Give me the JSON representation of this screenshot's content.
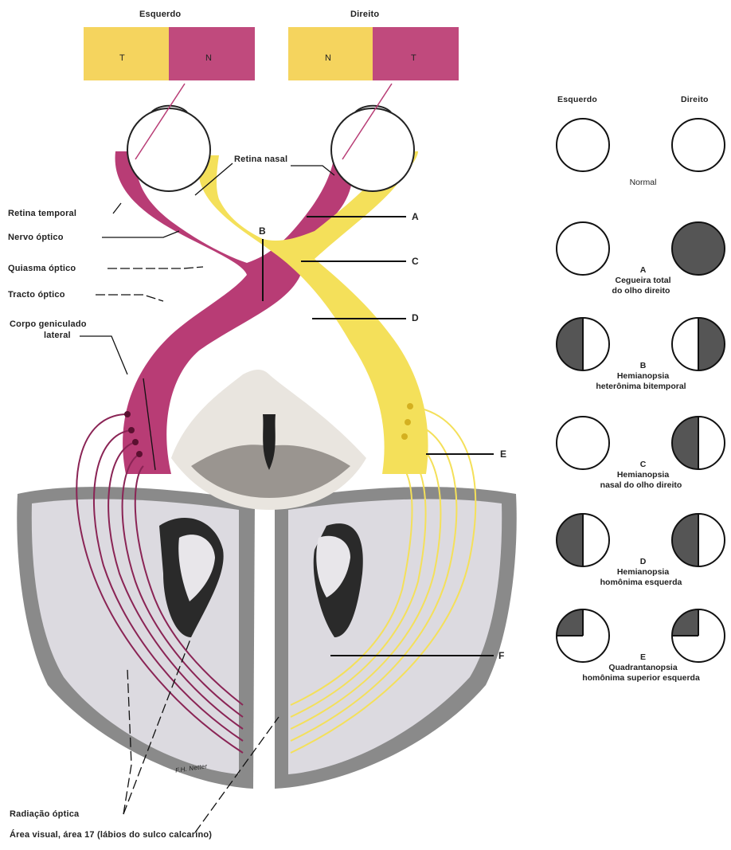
{
  "diagram": {
    "fields": {
      "left_title": "Esquerdo",
      "right_title": "Direito",
      "left_t": "T",
      "left_n": "N",
      "right_n": "N",
      "right_t": "T"
    },
    "labels": {
      "retina_nasal": "Retina nasal",
      "retina_temporal": "Retina temporal",
      "nervo_optico": "Nervo óptico",
      "quiasma_optico": "Quiasma óptico",
      "tracto_optico": "Tracto óptico",
      "corpo_geniculado_1": "Corpo geniculado",
      "corpo_geniculado_2": "lateral",
      "radiacao_optica": "Radiação óptica",
      "area_visual": "Área visual, área 17 (lábios do sulco calcarino)",
      "signature": "F.H. Netter"
    },
    "lesion_markers": [
      "A",
      "B",
      "C",
      "D",
      "E",
      "F"
    ]
  },
  "defects": {
    "header_left": "Esquerdo",
    "header_right": "Direito",
    "panels": [
      {
        "letter": "",
        "caption_1": "Normal",
        "caption_2": "",
        "left": "none",
        "right": "none"
      },
      {
        "letter": "A",
        "caption_1": "Cegueira total",
        "caption_2": "do olho direito",
        "left": "none",
        "right": "full"
      },
      {
        "letter": "B",
        "caption_1": "Hemianopsia",
        "caption_2": "heterônima bitemporal",
        "left": "left-half",
        "right": "right-half"
      },
      {
        "letter": "C",
        "caption_1": "Hemianopsia",
        "caption_2": "nasal do olho direito",
        "left": "none",
        "right": "left-half"
      },
      {
        "letter": "D",
        "caption_1": "Hemianopsia",
        "caption_2": "homônima esquerda",
        "left": "left-half",
        "right": "left-half"
      },
      {
        "letter": "E",
        "caption_1": "Quadrantanopsia",
        "caption_2": "homônima superior esquerda",
        "left": "upper-left-quadrant",
        "right": "upper-left-quadrant"
      }
    ]
  },
  "colors": {
    "magenta": "#b83c75",
    "yellow": "#f4e05a",
    "field_yellow": "#f5d45e",
    "field_magenta": "#c04a7d",
    "cortex_grey": "#8a8a8a",
    "cortex_light": "#d8d6dc",
    "defect_fill": "#555555"
  }
}
